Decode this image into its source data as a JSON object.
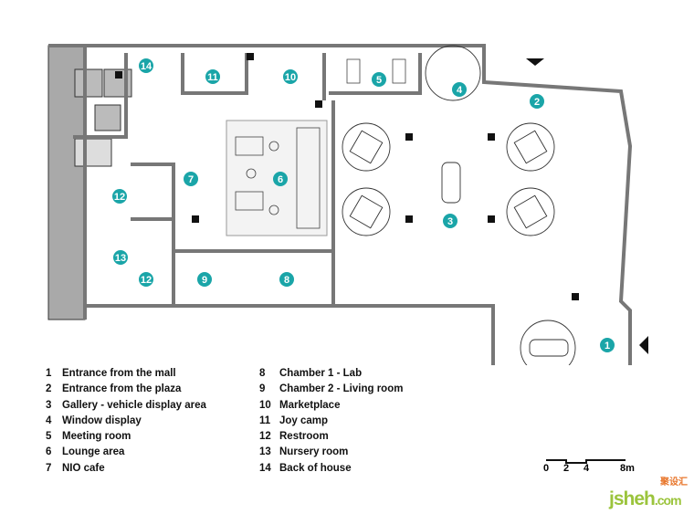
{
  "colors": {
    "marker": "#1aa5a8",
    "wall": "#8c8c8c",
    "line": "#222222",
    "watermark_green": "#9bc43c",
    "watermark_orange": "#e8762b"
  },
  "markers": [
    "14",
    "11",
    "10",
    "5",
    "4",
    "2",
    "7",
    "6",
    "3",
    "12",
    "13",
    "12",
    "9",
    "8",
    "1"
  ],
  "legend": [
    {
      "num": "1",
      "label": "Entrance from the mall"
    },
    {
      "num": "2",
      "label": "Entrance from the plaza"
    },
    {
      "num": "3",
      "label": "Gallery - vehicle display area"
    },
    {
      "num": "4",
      "label": "Window display"
    },
    {
      "num": "5",
      "label": "Meeting room"
    },
    {
      "num": "6",
      "label": "Lounge area"
    },
    {
      "num": "7",
      "label": "NIO cafe"
    },
    {
      "num": "8",
      "label": "Chamber 1 - Lab"
    },
    {
      "num": "9",
      "label": "Chamber 2 - Living room"
    },
    {
      "num": "10",
      "label": "Marketplace"
    },
    {
      "num": "11",
      "label": "Joy camp"
    },
    {
      "num": "12",
      "label": "Restroom"
    },
    {
      "num": "13",
      "label": "Nursery room"
    },
    {
      "num": "14",
      "label": "Back of house"
    }
  ],
  "scale_bar": {
    "ticks": [
      "0",
      "2",
      "4",
      "8m"
    ]
  },
  "watermark": {
    "text": "jsheh",
    "suffix": ".com",
    "chinese": "聚设汇"
  }
}
